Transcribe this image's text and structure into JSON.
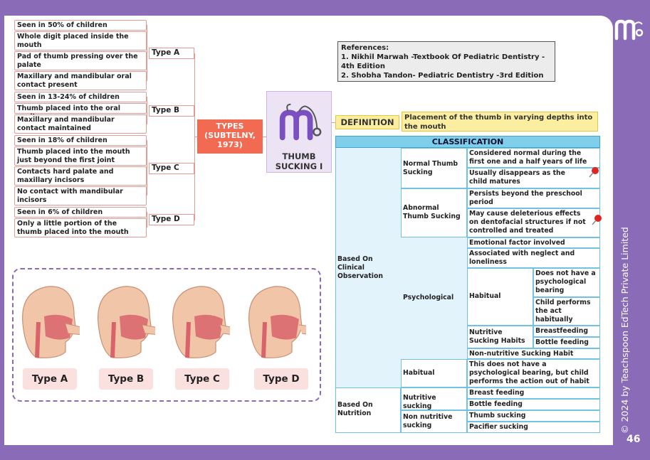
{
  "page_number": "46",
  "copyright": "© 2024 by Teachspoon EdTech Private Limited",
  "center": {
    "types_title": "TYPES\n(SUBTELNY,\n1973)",
    "topic_title": "THUMB\nSUCKING I"
  },
  "references": {
    "title": "References:",
    "items": [
      "1. Nikhil Marwah -Textbook Of Pediatric Dentistry -\n4th Edition",
      "2. Shobha Tandon- Pediatric Dentistry -3rd Edition"
    ]
  },
  "definition": {
    "label": "DEFINITION",
    "text": "Placement of the thumb in varying depths into the mouth"
  },
  "types": [
    {
      "label": "Type A",
      "points": [
        "Seen in 50% of children",
        "Whole digit placed inside the mouth",
        "Pad of thumb pressing over the palate",
        "Maxillary and mandibular oral contact present"
      ]
    },
    {
      "label": "Type B",
      "points": [
        "Seen in 13-24% of children",
        "Thumb placed into the oral cavity",
        "Maxillary and mandibular contact maintained"
      ]
    },
    {
      "label": "Type C",
      "points": [
        "Seen in 18% of children",
        "Thumb placed into the mouth just beyond the first joint",
        "Contacts hard palate and maxillary incisors",
        "No contact with mandibular incisors"
      ]
    },
    {
      "label": "Type D",
      "points": [
        "Seen in 6% of children",
        "Only a little portion of the thumb placed into the mouth"
      ]
    }
  ],
  "illustration_labels": [
    "Type A",
    "Type B",
    "Type C",
    "Type D"
  ],
  "classification": {
    "title": "CLASSIFICATION",
    "clinical": "Based On\nClinical\nObservation",
    "nutrition": "Based On\nNutrition",
    "normal": "Normal Thumb\nSucking",
    "normal_points": [
      "Considered normal during the first one and a half years of life",
      "Usually disappears as the child matures"
    ],
    "abnormal": "Abnormal\nThumb Sucking",
    "abnormal_points": [
      "Persists beyond the preschool period",
      "May cause deleterious effects on dentofacial structures if not controlled and treated"
    ],
    "psychological": "Psychological",
    "psych_points": [
      "Emotional factor involved",
      "Associated with neglect and loneliness"
    ],
    "habitual_sub": "Habitual",
    "habitual_sub_points": [
      "Does not have a psychological bearing",
      "Child performs the act habitually"
    ],
    "nutritive_habits": "Nutritive\nSucking Habits",
    "nutritive_habits_points": [
      "Breastfeeding",
      "Bottle feeding"
    ],
    "non_nutritive_habit": "Non-nutritive Sucking Habit",
    "habitual": "Habitual",
    "habitual_text": "This does not have a psychological bearing, but child performs the action out of habit",
    "nutritive_sucking": "Nutritive sucking",
    "nutritive_sucking_points": [
      "Breast feeding",
      "Bottle feeding"
    ],
    "non_nutritive_sucking": "Non nutritive\nsucking",
    "non_nutritive_sucking_points": [
      "Thumb sucking",
      "Pacifier sucking"
    ]
  }
}
